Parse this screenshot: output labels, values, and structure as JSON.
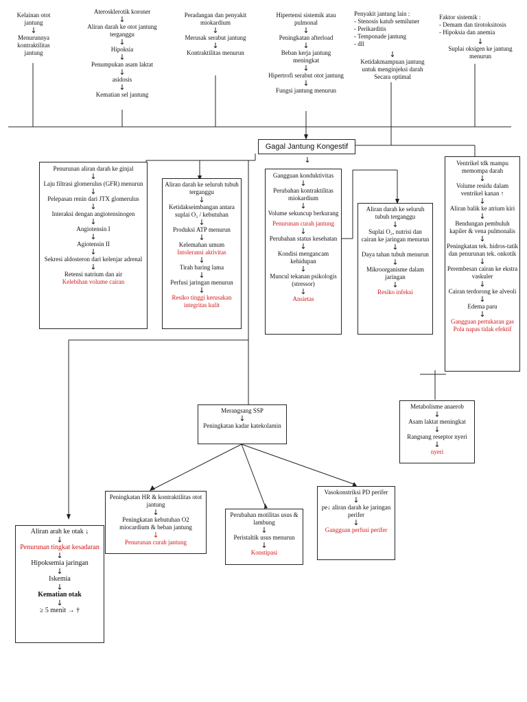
{
  "top": {
    "c1": [
      "Kelainan otot jantung",
      "↓",
      "Menurunnya kontraktilitas jantung"
    ],
    "c2": [
      "Aterosklerotik koroner",
      "↓",
      "Aliran darah ke otot jantung terganggu",
      "↓",
      "Hipoksia",
      "↓",
      "Penumpukan asam laktat",
      "↓",
      "asidosis",
      "↓",
      "Kematian sel jantung"
    ],
    "c3": [
      "Peradangan dan penyakit miokardium",
      "↓",
      "Merusak serabut jantung",
      "↓",
      "Kontraktilitas menurun"
    ],
    "c4": [
      "Hipertensi sistemik atau pulmonal",
      "↓",
      "Peningkatan afterload",
      "↓",
      "Beban kerja jantung meningkat",
      "↓",
      "Hipertrofi serabut otot jantung",
      "↓",
      "Fungsi jantung menurun"
    ],
    "c5_title": "Penyakit jantung lain :",
    "c5_items": [
      "- Stenosis katub semiluner",
      "- Perikarditis",
      "- Temponade jantung",
      "- dll"
    ],
    "c5_rest": [
      "↓",
      "Ketidakmampuan jantung untuk menginjeksi darah Secara optimal"
    ],
    "c6_title": "Faktor sistemik :",
    "c6_items": [
      "- Demam dan tirotoksitosis",
      "- Hipoksia dan anemia"
    ],
    "c6_rest": [
      "↓",
      "Suplai oksigen ke jantung menurun"
    ]
  },
  "center": {
    "title": "Gagal Jantung Kongestif"
  },
  "box_ginjal": {
    "items": [
      "Penurunan aliran darah ke ginjal",
      "↓",
      "Laju filtrasi glomerulus (GFR) menurun",
      "↓",
      "Pelepasan renin dari JTX glomerulus",
      "↓",
      "Interaksi dengan angiotensinogen",
      "↓",
      "Angiotensin I",
      "↓",
      "Agiotensin II",
      "↓",
      "Sekresi aldosteron dari kelenjar adrenal",
      "↓",
      "Retensi natrium dan air"
    ],
    "diagnosis": "Kelebihan volume cairan"
  },
  "box_aliran": {
    "items": [
      "Aliran darah ke seluruh tubuh terganggu",
      "↓",
      "Ketidakseimbangan antara suplai O₂ / kebutuhan",
      "↓",
      "Produksi ATP menurun",
      "↓",
      "Kelemahan umum"
    ],
    "dx1": "Intoleransi aktivitas",
    "items2": [
      "↓",
      "Tirah baring lama",
      "↓",
      "Perfusi jaringan menurun",
      "↓"
    ],
    "dx2": "Resiko tinggi kerusakan integritas kulit"
  },
  "box_konduksi": {
    "items": [
      "Gangguan konduktivitas",
      "↓",
      "Perubahan kontraktilitas miokardium",
      "↓",
      "Volume sekuncup berkurang"
    ],
    "dx1": "Penurunan curah jantung",
    "items2": [
      "↓",
      "Perubahan status kesehatan",
      "↓",
      "Kondisi mengancam kehidupan",
      "↓",
      "Muncul tekanan psikologis (stressor)",
      "↓"
    ],
    "dx2": "Ansietas"
  },
  "box_infeksi": {
    "items": [
      "Aliran darah ke seluruh tubuh terganggu",
      "↓",
      "Suplai O₂, nutrisi dan cairan ke jaringan menurun",
      "↓",
      "Daya tahan tubuh menurun",
      "↓",
      "Mikroorganisme dalam jaringan",
      "↓"
    ],
    "dx": "Resiko infeksi"
  },
  "box_ventrikel": {
    "items": [
      "Ventrikel tdk mampu memompa darah",
      "↓",
      "Volume residu dalam ventrikel kanan ↑",
      "↓",
      "Aliran balik ke atrium kiri",
      "↓",
      "Bendungan pembuluh kapiler & vena pulmonalis",
      "↓",
      "Peningkatan tek. hidros-tatik dan penurunan tek. onkotik",
      "↓",
      "Perembesan cairan ke ekstra vaskuler",
      "↓",
      "Cairan terdorong ke alveoli",
      "↓",
      "Edema paru",
      "↓"
    ],
    "dx": "Gangguan pertukaran gas Pola napas tidak efektif"
  },
  "box_ssp": {
    "items": [
      "Merangsang SSP",
      "↓",
      "Peningkatan kadar katekolamin"
    ]
  },
  "box_metabolisme": {
    "items": [
      "Metabolisme anaerob",
      "↓",
      "Asam laktat meningkat",
      "↓",
      "Rangsang reseptor nyeri",
      "↓"
    ],
    "dx": "nyeri"
  },
  "box_hr": {
    "items": [
      "Peningkatan HR & kontraktilitas otot jantung",
      "↓",
      "Peningkatan kebutuhan O2 miocardium & beban jantung"
    ],
    "arrow_red": "↓",
    "dx": "Penurunan curah jantung"
  },
  "box_motilitas": {
    "items": [
      "Perubahan motilitas usus & lambung",
      "↓",
      "Peristaltik usus menurun",
      "↓"
    ],
    "dx": "Konstipasi"
  },
  "box_vaso": {
    "items": [
      "Vasokonstriksi PD perifer",
      "↓",
      "pe↓ aliran darah ke jaringan perifer",
      "↓"
    ],
    "dx": "Gangguan perfusi perifer"
  },
  "box_otak": {
    "head": "Aliran arah ke otak ↓",
    "dx": "Penurunan tingkat kesadaran",
    "items": [
      "↓",
      "Hipoksemia jaringan",
      "↓",
      "Iskemia",
      "↓"
    ],
    "bold": "Kematian otak",
    "tail": [
      "↓",
      "≥ 5 menit  → †"
    ]
  }
}
